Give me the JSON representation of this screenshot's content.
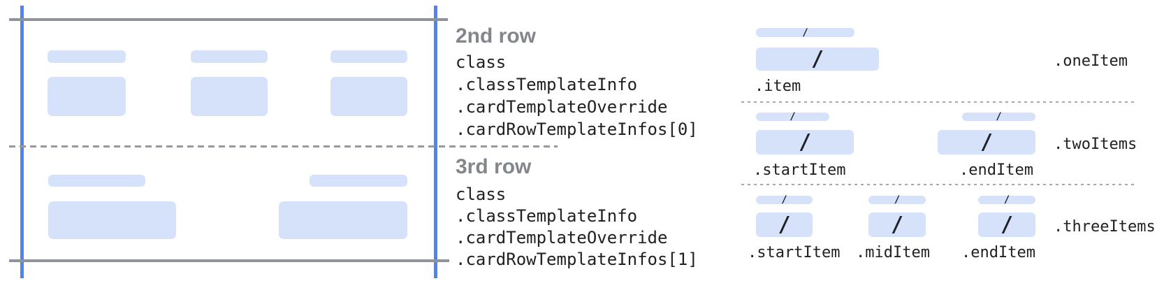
{
  "colors": {
    "bar_fill": "#d6e2f9",
    "guide_blue": "#4c85f2",
    "guide_gray": "#909499",
    "dash_gray": "#96999d",
    "dotted_gray": "#a4a8ac",
    "code_text": "#202124",
    "heading_text": "#83878b"
  },
  "glyphs": {
    "slash": "/"
  },
  "middle": {
    "sections": [
      {
        "title": "2nd row",
        "code_lines": [
          "class",
          ".classTemplateInfo",
          ".cardTemplateOverride",
          ".cardRowTemplateInfos[0]"
        ]
      },
      {
        "title": "3rd row",
        "code_lines": [
          "class",
          ".classTemplateInfo",
          ".cardTemplateOverride",
          ".cardRowTemplateInfos[1]"
        ]
      }
    ]
  },
  "right": {
    "sections": [
      {
        "label": ".oneItem",
        "item_labels": [
          ".item"
        ]
      },
      {
        "label": ".twoItems",
        "item_labels": [
          ".startItem",
          ".endItem"
        ]
      },
      {
        "label": ".threeItems",
        "item_labels": [
          ".startItem",
          ".midItem",
          ".endItem"
        ]
      }
    ]
  }
}
